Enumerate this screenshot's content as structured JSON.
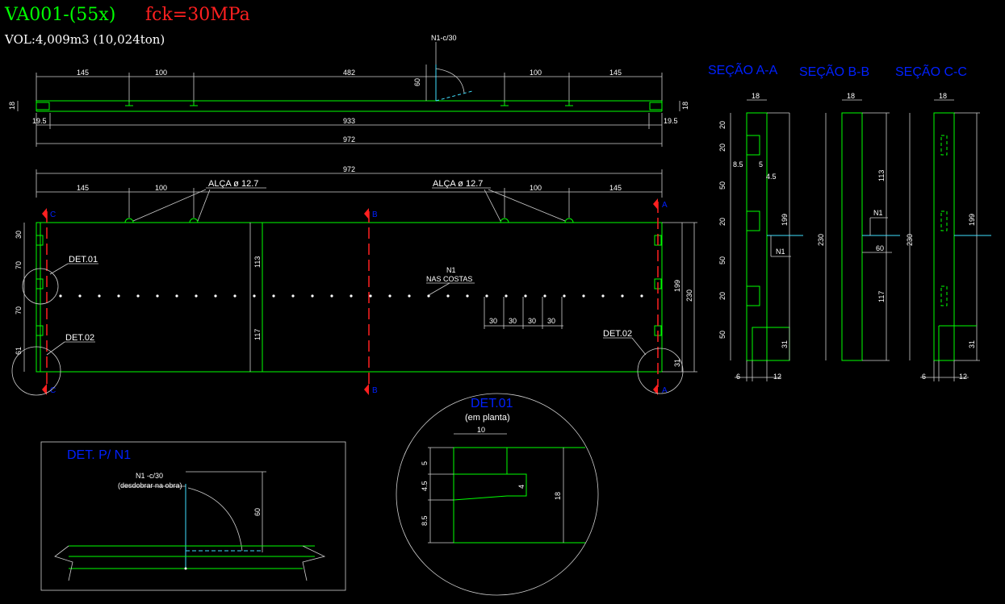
{
  "header": {
    "title_piece": "VA001-(55x)",
    "title_fck": "fck=30MPa",
    "volume": "VOL:4,009m3 (10,024ton)"
  },
  "elevation_top": {
    "rebar_label": "N1-c/30",
    "dims": [
      "145",
      "100",
      "482",
      "100",
      "145",
      "60",
      "18",
      "18",
      "19.5",
      "933",
      "19.5",
      "972"
    ]
  },
  "elevation_main": {
    "overall_dim": "972",
    "top_dims": [
      "145",
      "100",
      "100",
      "145"
    ],
    "lifting_label": "ALÇA  ø  12.7",
    "section_marks": [
      "C",
      "B",
      "A"
    ],
    "left_dims": [
      "30",
      "70",
      "70",
      "61"
    ],
    "web_dims": [
      "113",
      "117"
    ],
    "right_dims": [
      "199",
      "230",
      "31"
    ],
    "rebar_note_line1": "N1",
    "rebar_note_line2": "NAS COSTAS",
    "spacing_dims": [
      "30",
      "30",
      "30",
      "30"
    ],
    "det01": "DET.01",
    "det02": "DET.02"
  },
  "sections": {
    "titles": [
      "SEÇÃO A-A",
      "SEÇÃO B-B",
      "SEÇÃO C-C"
    ],
    "aa": {
      "dims": [
        "18",
        "20",
        "20",
        "8.5",
        "5",
        "4.5",
        "50",
        "20",
        "50",
        "20",
        "50",
        "199",
        "31",
        "6",
        "12"
      ],
      "rebar": "N1"
    },
    "bb": {
      "dims": [
        "18",
        "113",
        "230",
        "117",
        "60"
      ],
      "rebar": "N1"
    },
    "cc": {
      "dims": [
        "18",
        "199",
        "31",
        "6",
        "12"
      ]
    }
  },
  "detail_n1": {
    "title": "DET. P/ N1",
    "label_line1": "N1 -c/30",
    "label_line2": "(desdobrar na obra)",
    "dim": "60"
  },
  "detail_01": {
    "title": "DET.01",
    "subtitle": "(em planta)",
    "dims": [
      "10",
      "5",
      "4.5",
      "4",
      "8.5",
      "18"
    ]
  },
  "colors": {
    "concrete_line": "#00ff00",
    "dimension_line": "#cfcfcf",
    "rebar_line": "#40e0ff",
    "section_cut": "#ff2020",
    "section_title": "#0020ff",
    "background": "#000000"
  }
}
